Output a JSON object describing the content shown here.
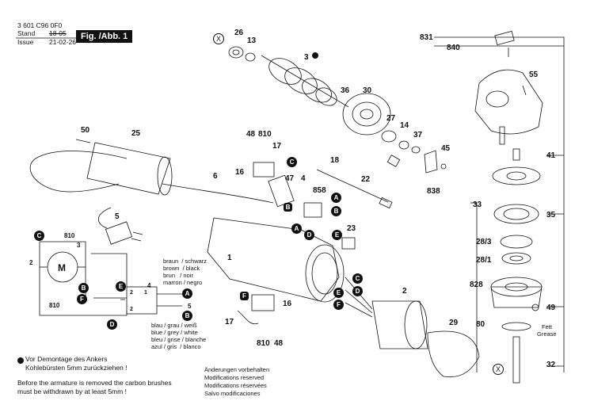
{
  "header": {
    "doc_number": "3 601 C96 0F0",
    "stand_label": "Stand",
    "stand_value": "18-05",
    "issue_label": "Issue",
    "issue_value": "21-02-26",
    "fig_label": "Fig. /Abb. 1"
  },
  "part_numbers": {
    "p26": "26",
    "p13": "13",
    "p3": "3",
    "p36": "36",
    "p30": "30",
    "p27": "27",
    "p14": "14",
    "p37": "37",
    "p45": "45",
    "p55": "55",
    "p831": "831",
    "p840": "840",
    "p41": "41",
    "p838": "838",
    "p50": "50",
    "p25": "25",
    "p48a": "48",
    "p810a": "810",
    "p17a": "17",
    "p16a": "16",
    "p18": "18",
    "p47": "47",
    "p4": "4",
    "p22": "22",
    "p858": "858",
    "p6": "6",
    "p5": "5",
    "p23": "23",
    "p1": "1",
    "p33": "33",
    "p35": "35",
    "p28_3": "28/3",
    "p28_1": "28/1",
    "p828": "828",
    "p49": "49",
    "p80": "80",
    "p32": "32",
    "p2": "2",
    "p29": "29",
    "p16b": "16",
    "p17b": "17",
    "p810b": "810",
    "p48b": "48",
    "p810c": "810",
    "p3w": "3",
    "p2w": "2",
    "p810d": "810",
    "p4w": "4",
    "p5w": "5",
    "p2t": "2",
    "p1t": "1",
    "p2t2": "2"
  },
  "callouts": {
    "A": "A",
    "B": "B",
    "C": "C",
    "D": "D",
    "E": "E",
    "F": "F",
    "X": "X"
  },
  "motor_label": "M",
  "wire_legend": {
    "line1": "braun  / schwarz",
    "line2": "brown  / black",
    "line3": "brun   / noir",
    "line4": "marron / negro",
    "line5": "blau / grau / weiß",
    "line6": "blue / grey / white",
    "line7": "bleu / grise / blanche",
    "line8": "azul / gris  / blanco"
  },
  "grease": {
    "line1": "Fett",
    "line2": "Grease"
  },
  "notes": {
    "line1": "Vor Demontage des Ankers",
    "line2": "Kohlebürsten 5mm zurückziehen !",
    "line3": "Before the armature is removed the carbon brushes",
    "line4": "must be withdrawn by at least 5mm !"
  },
  "modifications": {
    "line1": "Änderungen vorbehalten",
    "line2": "Modifications reserved",
    "line3": "Modifications réservées",
    "line4": "Salvo modificaciones"
  }
}
